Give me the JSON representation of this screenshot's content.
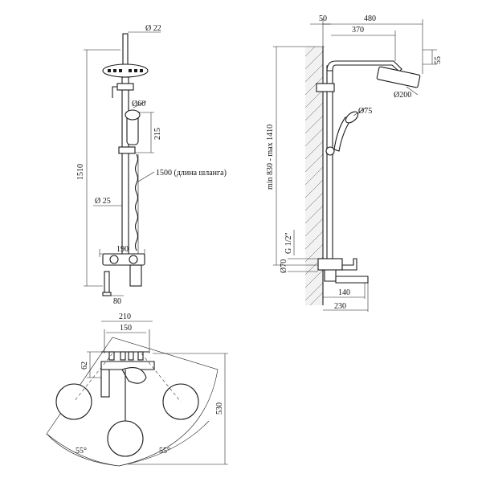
{
  "front": {
    "d_pipe": "Ø 22",
    "d_hand": "Ø60",
    "h_hand": "215",
    "hose": "1500 (длина шланга)",
    "total": "1510",
    "d_bar": "Ø 25",
    "w_mixer": "190",
    "w_lower": "80"
  },
  "side": {
    "w_50": "50",
    "w_480": "480",
    "w_370": "370",
    "h_55": "55",
    "d_head": "Ø200",
    "d_hand": "Ø75",
    "height_range": "min 830 - max 1410",
    "thread": "G 1/2\"",
    "d_inlet": "Ø70",
    "w_140": "140",
    "w_230": "230"
  },
  "top": {
    "w_210": "210",
    "w_150": "150",
    "h_62": "62",
    "h_530": "530",
    "angle_left": "55°",
    "angle_right": "55°"
  }
}
